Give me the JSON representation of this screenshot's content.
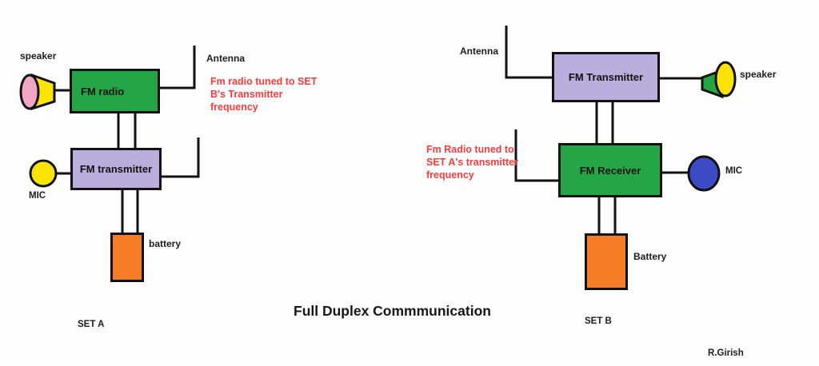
{
  "title": "Full Duplex Commmunication",
  "credit": "R.Girish",
  "set_a": {
    "name": "SET A",
    "speaker_label": "speaker",
    "antenna_label": "Antenna",
    "radio_box_label": "FM radio",
    "note_lines": [
      "Fm radio tuned to SET",
      "B's Transmitter",
      "frequency"
    ],
    "transmitter_box_label": "FM transmitter",
    "mic_label": "MIC",
    "battery_box_label": "battery"
  },
  "set_b": {
    "name": "SET B",
    "antenna_label": "Antenna",
    "transmitter_box_label": "FM Transmitter",
    "speaker_label": "speaker",
    "note_lines": [
      "Fm Radio tuned to",
      "SET A's transmitter",
      "frequency"
    ],
    "receiver_box_label": "FM Receiver",
    "mic_label": "MIC",
    "battery_box_label": "Battery"
  },
  "colors": {
    "block_green": "#24a646",
    "block_lavender": "#b9aedc",
    "block_orange": "#f67d25",
    "mic_yellow": "#fbe403",
    "speaker_pink": "#f2a6c4",
    "speaker_green": "#24a646",
    "mic_blue": "#3d4bc7",
    "note_red": "#fb3b3b",
    "wire_black": "#111111"
  }
}
